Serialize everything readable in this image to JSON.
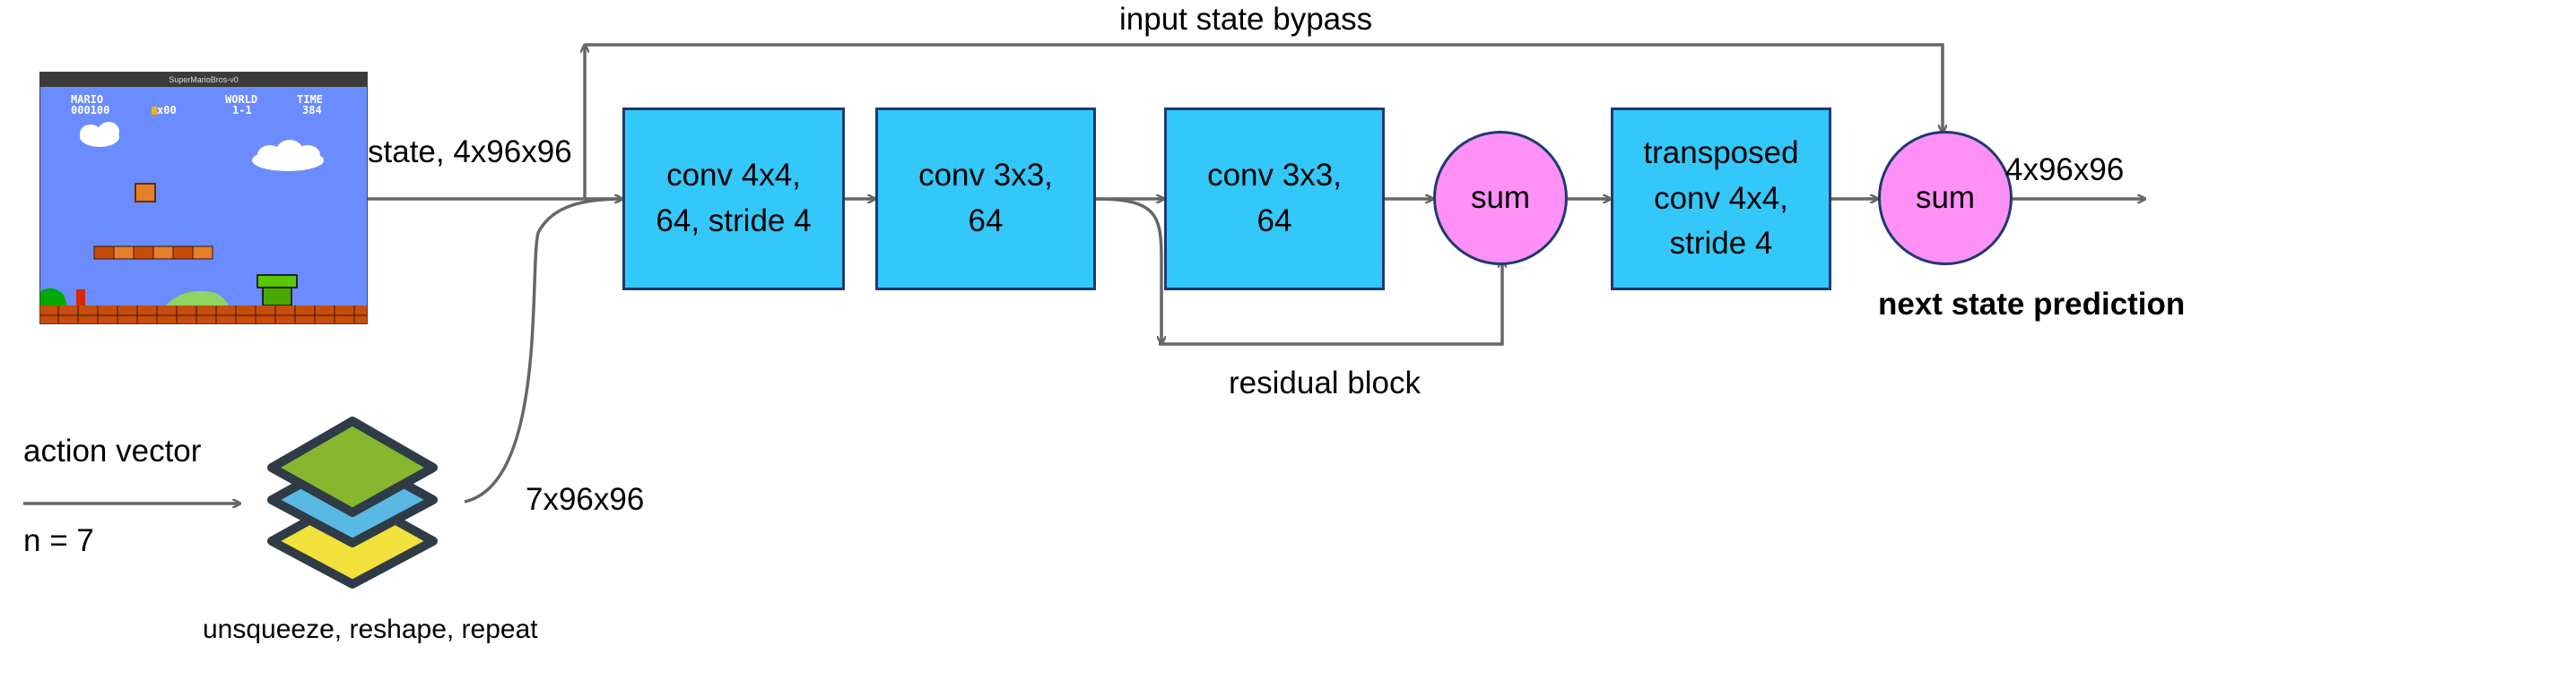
{
  "labels": {
    "input_state_bypass": "input state bypass",
    "state_in": "state, 4x96x96",
    "action_vector": "action vector",
    "n": "n = 7",
    "action_shape": "7x96x96",
    "unsqueeze": "unsqueeze, reshape, repeat",
    "residual_block": "residual block",
    "output_shape": "4x96x96",
    "next_state_prediction": "next state prediction"
  },
  "blocks": {
    "conv1": "conv 4x4,\n64, stride 4",
    "conv2": "conv 3x3,\n64",
    "conv3": "conv 3x3,\n64",
    "sum1": "sum",
    "tconv": "transposed\nconv 4x4,\nstride 4",
    "sum2": "sum"
  },
  "game_screen": {
    "window_title": "SuperMarioBros-v0",
    "hud_mario": "MARIO",
    "hud_score": "000100",
    "hud_coins": "x00",
    "hud_world": "WORLD",
    "hud_level": "1-1",
    "hud_time": "TIME",
    "hud_time_value": "384"
  },
  "colors": {
    "block_fill": "#33c8f9",
    "sum_fill": "#ff90f6",
    "border": "#1e3a6e",
    "arrow": "#666666",
    "layer_green": "#86b72f",
    "layer_blue": "#5ab9e3",
    "layer_yellow": "#f2e13a"
  }
}
